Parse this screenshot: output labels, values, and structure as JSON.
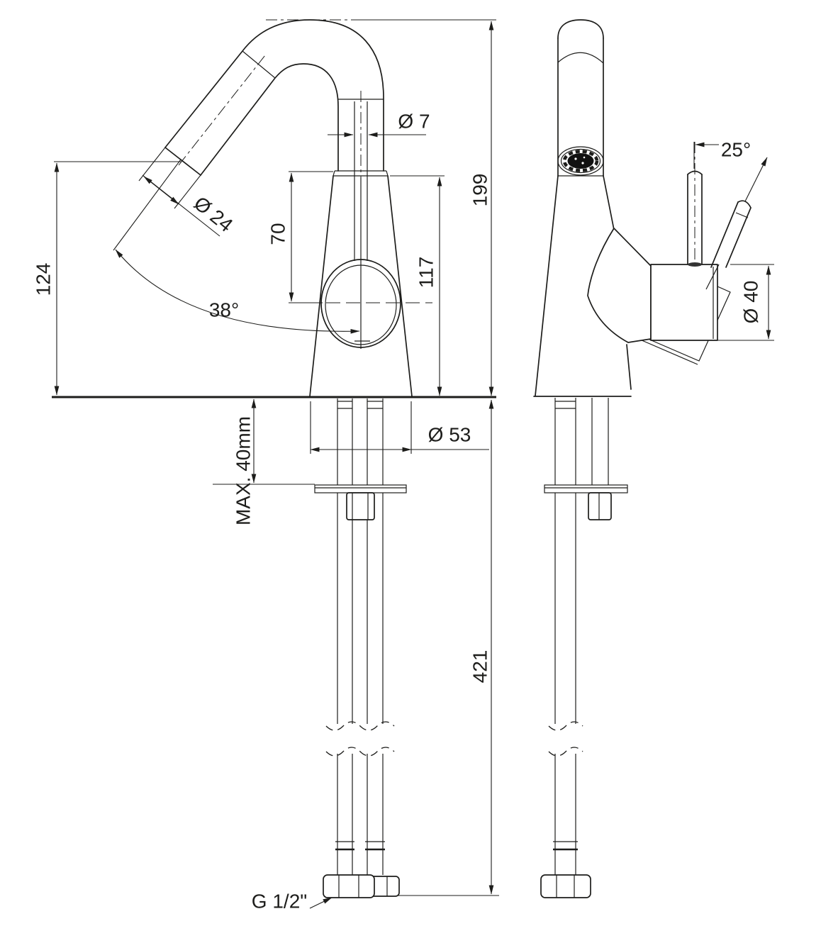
{
  "drawing": {
    "background_color": "#ffffff",
    "line_color": "#1d1d1b"
  },
  "labels": {
    "spout_tube_diameter": "Ø 24",
    "outlet_height": "124",
    "spout_angle": "38°",
    "hose_diameter": "Ø 7",
    "outlet_to_ball_center": "70",
    "body_height": "117",
    "total_height": "199",
    "base_diameter": "Ø 53",
    "max_deck_thickness": "MAX. 40mm",
    "below_deck_length": "421",
    "inlet_thread": "G 1/2\"",
    "handle_angle": "25°",
    "handle_diameter": "Ø 40"
  }
}
